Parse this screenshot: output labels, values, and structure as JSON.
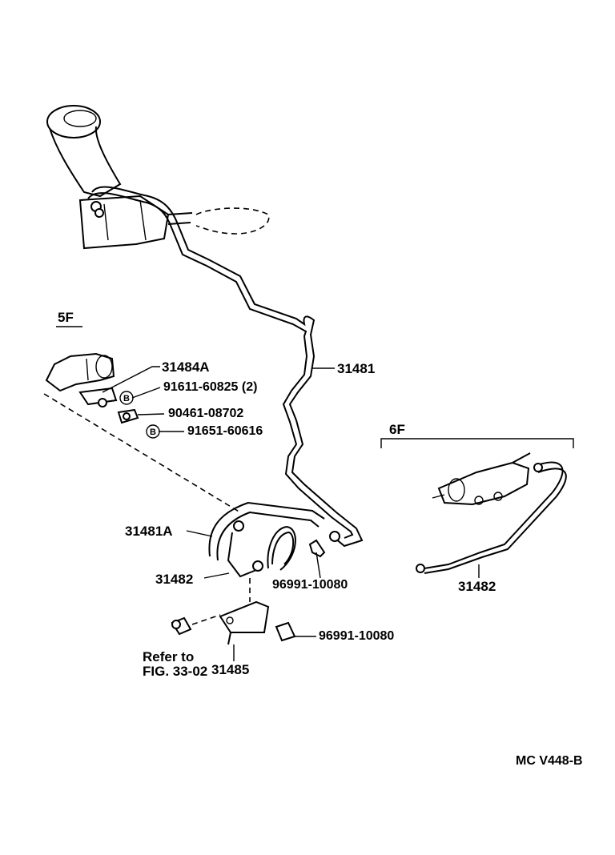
{
  "sections": {
    "left_ref": "5F",
    "right_ref": "6F"
  },
  "badge_letter": "B",
  "labels": {
    "p31484A": "31484A",
    "p91611": "91611-60825 (2)",
    "p90461": "90461-08702",
    "p91651": "91651-60616",
    "p31481": "31481",
    "p31481A": "31481A",
    "p31482_left": "31482",
    "p96991_upper": "96991-10080",
    "p96991_lower": "96991-10080",
    "p31485": "31485",
    "refer_line1": "Refer to",
    "refer_line2": "FIG. 33-02",
    "p31482_right": "31482",
    "footer_code": "MC  V448-B"
  }
}
